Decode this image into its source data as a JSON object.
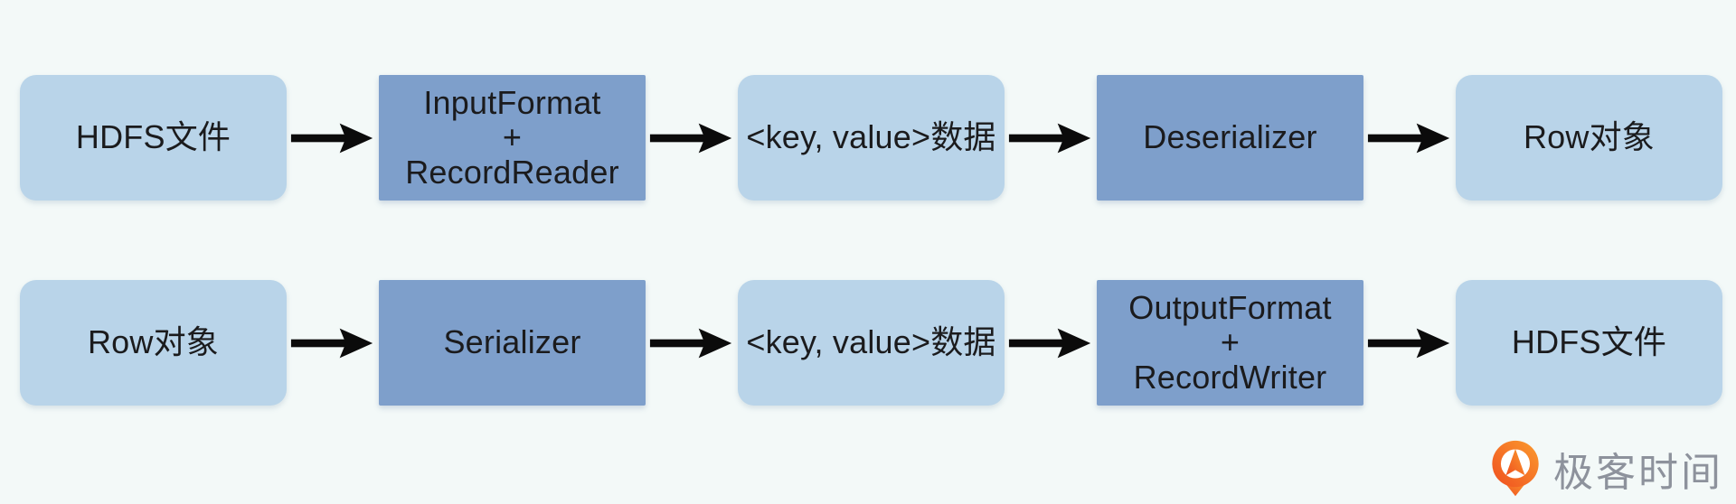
{
  "page": {
    "background": "#f3f9f8"
  },
  "colors": {
    "light_node_bg": "#b9d4e9",
    "dark_node_bg": "#7e9fcb",
    "node_text": "#1b1b1d",
    "arrow": "#0b0b0b",
    "logo_orange": "#f4631d",
    "logo_text_gray": "#8d929c"
  },
  "icons": {
    "arrow": "arrow-right-icon",
    "logo": "geektime-pin-icon"
  },
  "diagram": {
    "type": "flow",
    "rows": [
      {
        "name": "read-deserialization-flow",
        "nodes": [
          {
            "label": "HDFS文件",
            "variant": "light"
          },
          {
            "label": "InputFormat\n+\nRecordReader",
            "variant": "dark"
          },
          {
            "label": "<key, value>数据",
            "variant": "light"
          },
          {
            "label": "Deserializer",
            "variant": "dark"
          },
          {
            "label": "Row对象",
            "variant": "light"
          }
        ]
      },
      {
        "name": "write-serialization-flow",
        "nodes": [
          {
            "label": "Row对象",
            "variant": "light"
          },
          {
            "label": "Serializer",
            "variant": "dark"
          },
          {
            "label": "<key, value>数据",
            "variant": "light"
          },
          {
            "label": "OutputFormat\n+\nRecordWriter",
            "variant": "dark"
          },
          {
            "label": "HDFS文件",
            "variant": "light"
          }
        ]
      }
    ]
  },
  "branding": {
    "logo_text": "极客时间"
  }
}
